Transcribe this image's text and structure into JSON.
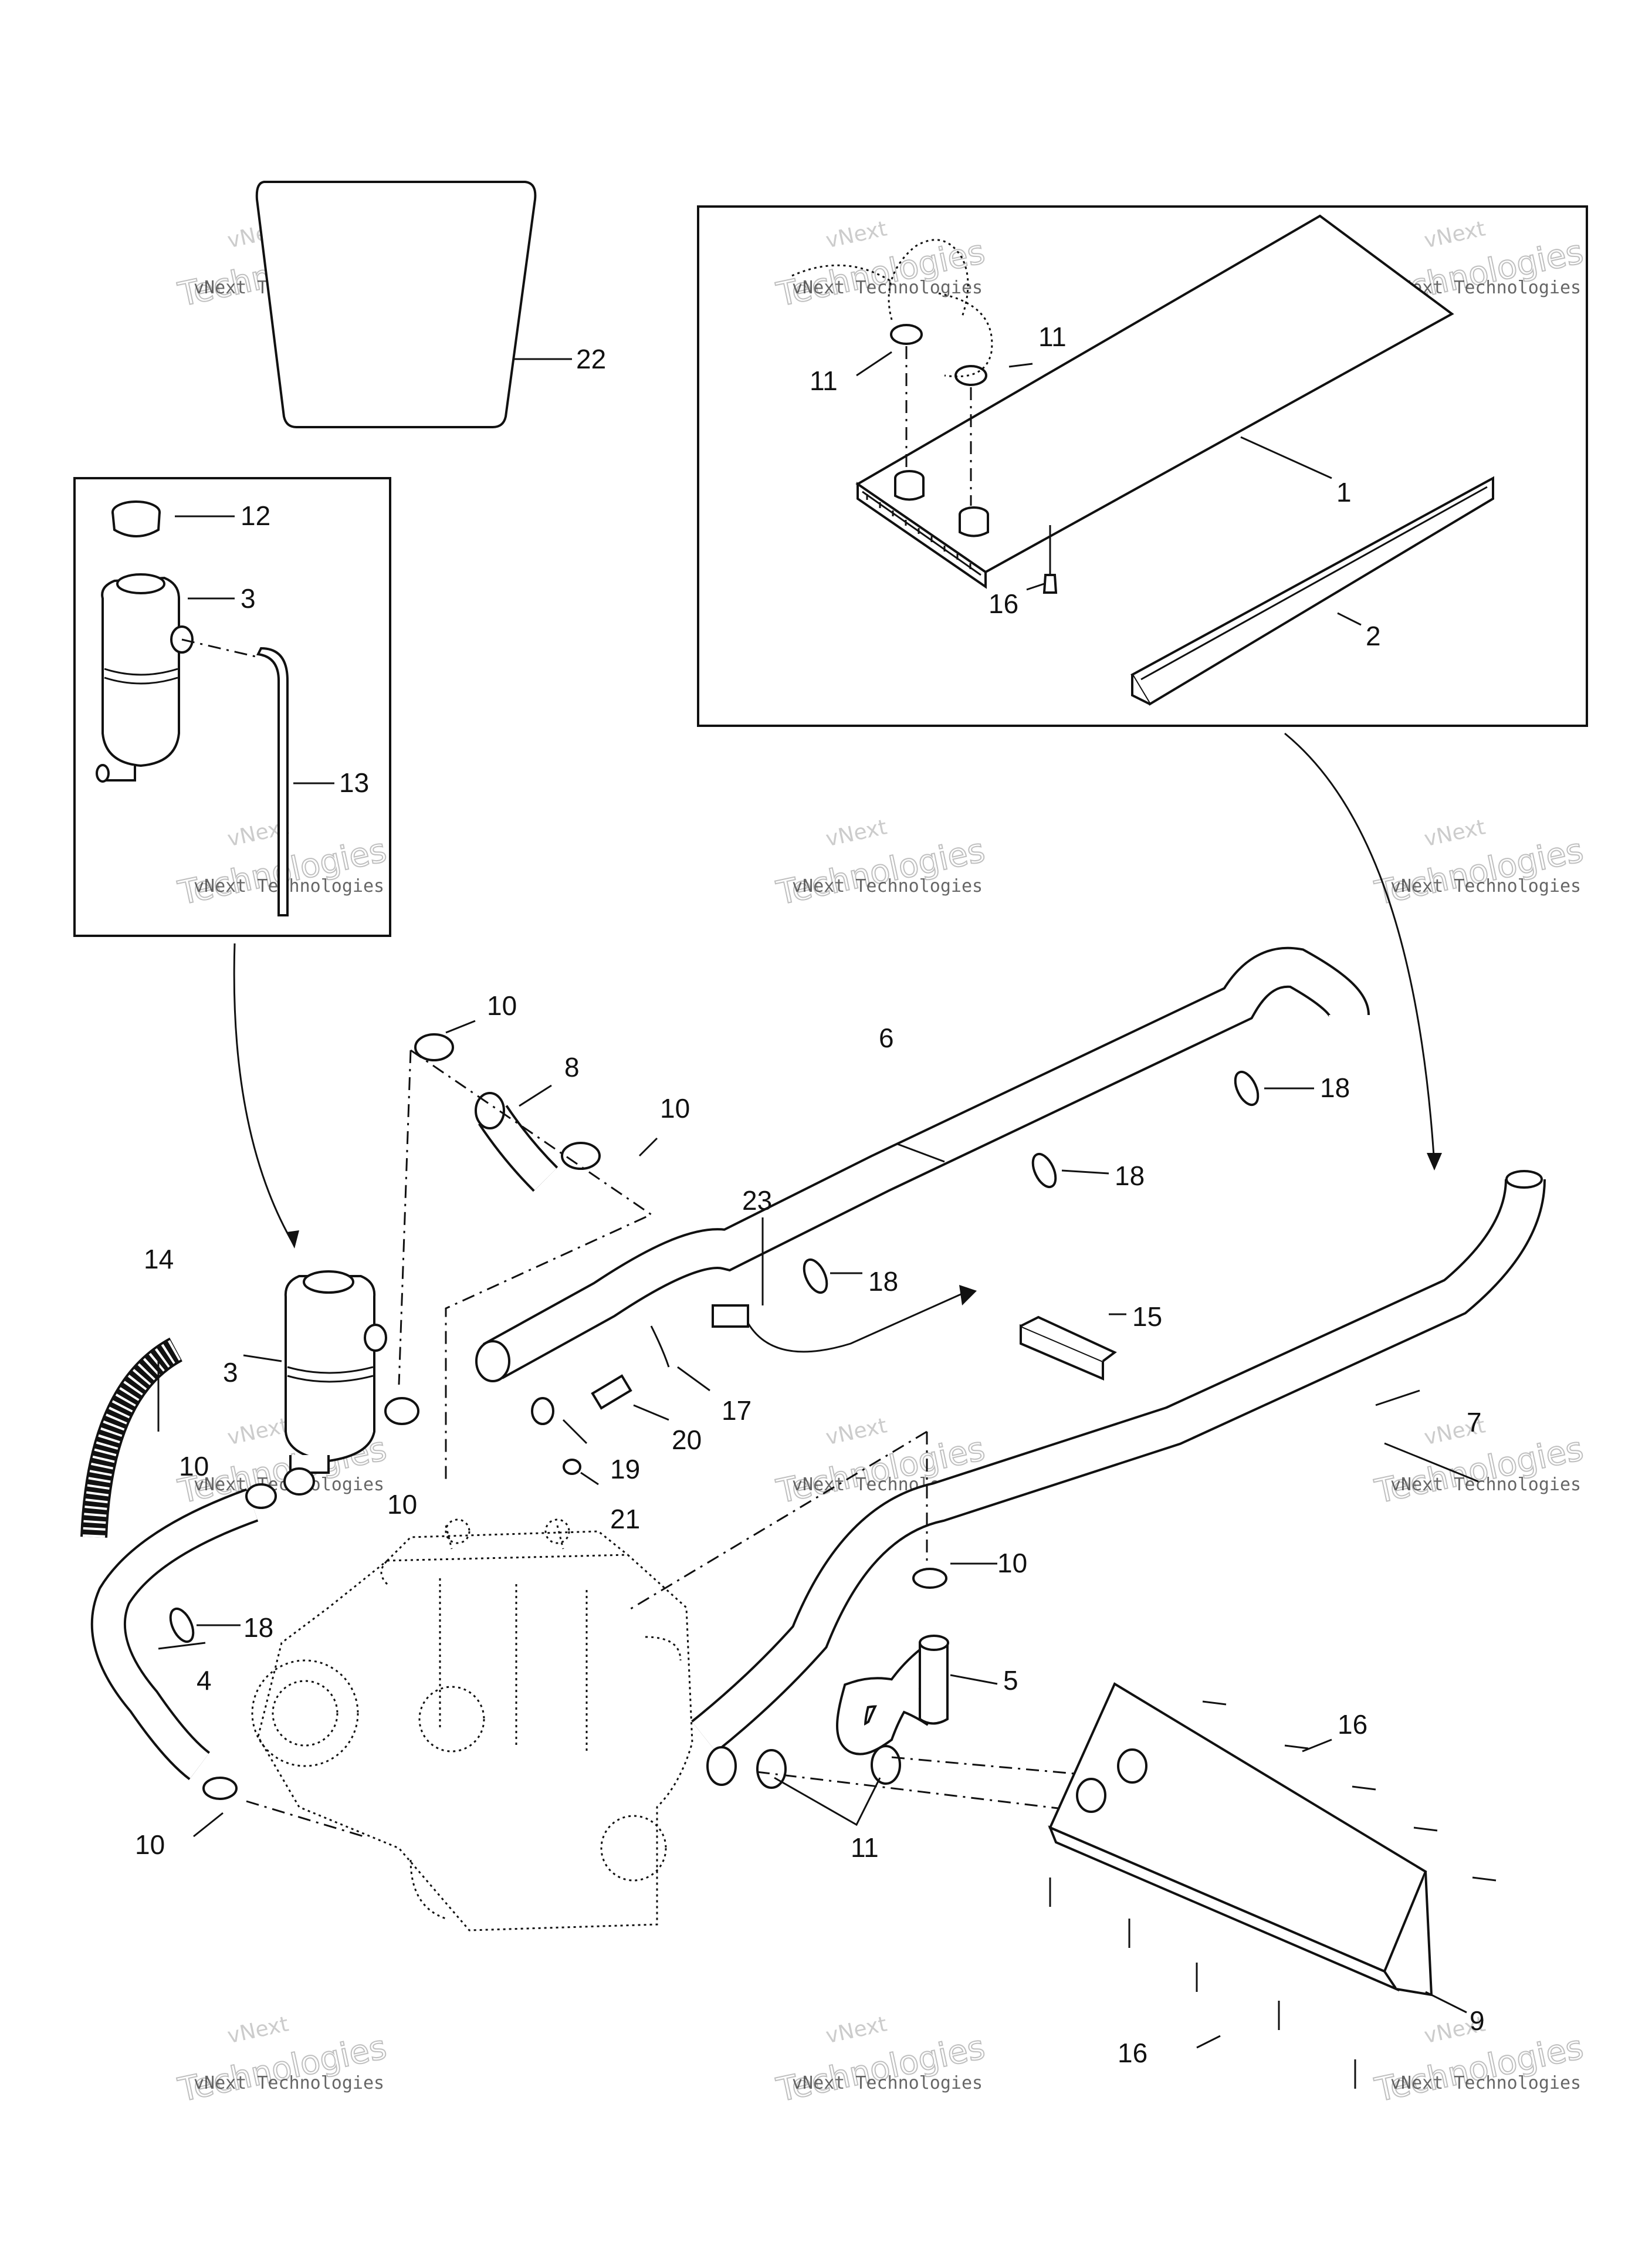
{
  "watermark": {
    "line1": "vNext",
    "line2": "Technologies",
    "caption": "vNext Technologies"
  },
  "callouts": {
    "c1": "1",
    "c2": "2",
    "c3a": "3",
    "c3b": "3",
    "c4": "4",
    "c5": "5",
    "c6": "6",
    "c7": "7",
    "c8": "8",
    "c9": "9",
    "c10a": "10",
    "c10b": "10",
    "c10c": "10",
    "c10d": "10",
    "c10e": "10",
    "c10f": "10",
    "c11a": "11",
    "c11b": "11",
    "c11c": "11",
    "c12": "12",
    "c13": "13",
    "c14": "14",
    "c15": "15",
    "c16a": "16",
    "c16b": "16",
    "c16c": "16",
    "c17": "17",
    "c18a": "18",
    "c18b": "18",
    "c18c": "18",
    "c18d": "18",
    "c19": "19",
    "c20": "20",
    "c21": "21",
    "c22": "22",
    "c23": "23"
  }
}
